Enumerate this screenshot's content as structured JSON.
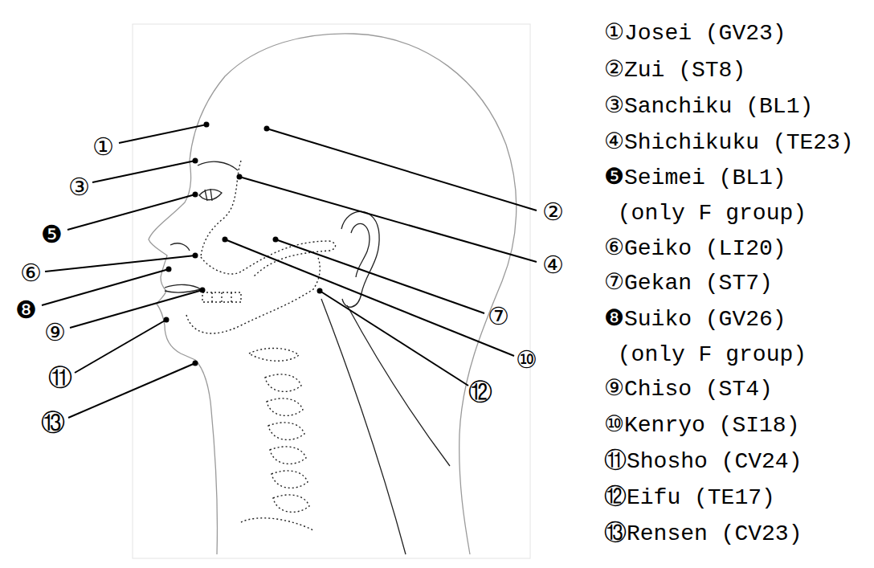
{
  "diagram": {
    "labels": [
      "①",
      "②",
      "③",
      "④",
      "❺",
      "⑥",
      "⑦",
      "❽",
      "⑨",
      "⑩",
      "⑪",
      "⑫",
      "⑬",
      "①Josei (GV23)",
      "②Zui (ST8)",
      "③Sanchiku (BL1)",
      "④Shichikuku (TE23)",
      "❺Seimei (BL1) (only F group)",
      "⑥Geiko (LI20)",
      "⑦Gekan (ST7)",
      "❽Suiko (GV26) (only F group)",
      "⑨Chiso (ST4)",
      "⑩Kenryo (SI18)",
      "⑪Shosho (CV24)",
      "⑫Eifu (TE17)",
      "⑬Rensen (CV23)"
    ]
  }
}
